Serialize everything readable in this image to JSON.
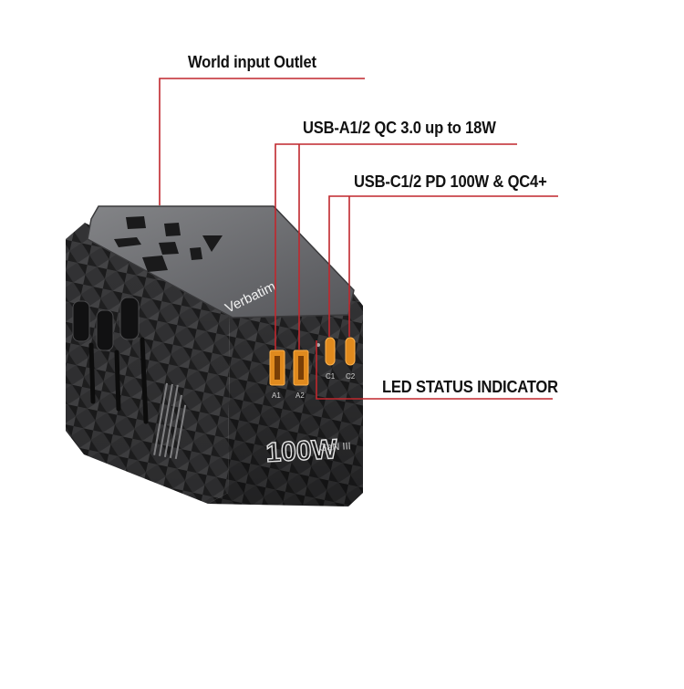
{
  "callouts": {
    "world_outlet": "World input Outlet",
    "usb_a": "USB-A1/2 QC 3.0 up to 18W",
    "usb_c": "USB-C1/2 PD 100W & QC4+",
    "led": "LED STATUS INDICATOR"
  },
  "device": {
    "brand": "Verbatim",
    "wattage": "100W",
    "gan_mark": "GaN III",
    "port_labels": {
      "a1": "A1",
      "a2": "A2",
      "c1": "C1",
      "c2": "C2"
    }
  },
  "colors": {
    "callout_line": "#c0272d",
    "port_orange": "#e08a1e",
    "body_dark": "#2a2a2b",
    "top_plate": "#6a6b6e"
  }
}
